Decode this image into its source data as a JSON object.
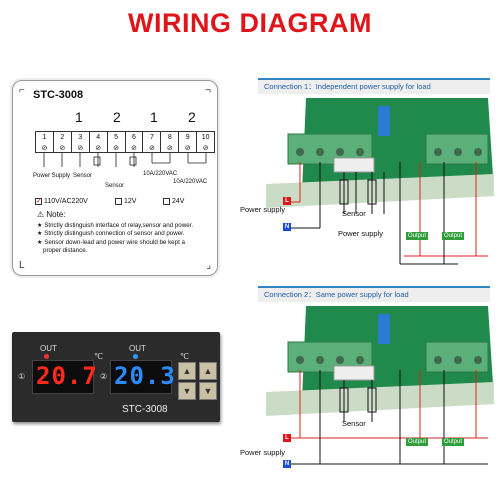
{
  "title": "WIRING DIAGRAM",
  "label_card": {
    "model": "STC-3008",
    "groups": [
      "1",
      "2",
      "1",
      "2"
    ],
    "terminals": [
      "1",
      "2",
      "3",
      "4",
      "5",
      "6",
      "7",
      "8",
      "9",
      "10"
    ],
    "power_supply": "Power Supply",
    "sensor1": "Sensor",
    "sensor2": "Sensor",
    "relay1": "10A/220VAC",
    "relay2": "10A/220VAC",
    "option1": "110V/AC220V",
    "option2": "12V",
    "option3": "24V",
    "note_title": "Note:",
    "notes": [
      "★ Strictly distinguish interface of relay,sensor and power.",
      "★ Strictly distinguish connection of sensor and power.",
      "★ Sensor down-lead and power wire should be kept a",
      "proper distance."
    ]
  },
  "device": {
    "out1": "OUT",
    "out2": "OUT",
    "unit1": "℃",
    "unit2": "℃",
    "display1": "20.7",
    "display2": "20.3",
    "model": "STC-3008",
    "mark1": "①",
    "mark2": "②",
    "display1_color": "#ff2a1a",
    "display2_color": "#2a8cff"
  },
  "connection1": {
    "header": "Connection 1：Independent power supply for load",
    "l": "L",
    "n": "N",
    "power_supply_left": "Power supply",
    "sensor": "Sensor",
    "power_supply_right": "Power supply",
    "output1": "Output",
    "output2": "Output"
  },
  "connection2": {
    "header": "Connection 2：Same power supply for load",
    "l": "L",
    "n": "N",
    "power_supply": "Power supply",
    "sensor": "Sensor",
    "output1": "Output",
    "output2": "Output"
  }
}
